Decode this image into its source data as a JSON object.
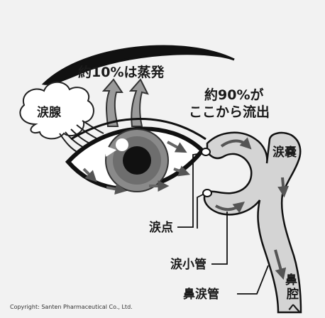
{
  "labels": {
    "evaporation": "約10%は蒸発",
    "outflow_line1": "約90%が",
    "outflow_line2": "ここから流出",
    "lacrimal_gland": "涙腺",
    "lacrimal_sac": "涙嚢",
    "punctum": "涙点",
    "canaliculus": "涙小管",
    "nasolacrimal_duct": "鼻涙管",
    "to_nasal_cavity_1": "鼻",
    "to_nasal_cavity_2": "腔",
    "to_nasal_cavity_3": "へ"
  },
  "copyright": "Copyright: Santen Pharmaceutical Co., Ltd.",
  "colors": {
    "background": "#f2f2f2",
    "outline": "#111111",
    "tear_duct_fill": "#d4d4d4",
    "iris": "#8a8a8a",
    "pupil": "#111111",
    "arrow": "#555555"
  }
}
